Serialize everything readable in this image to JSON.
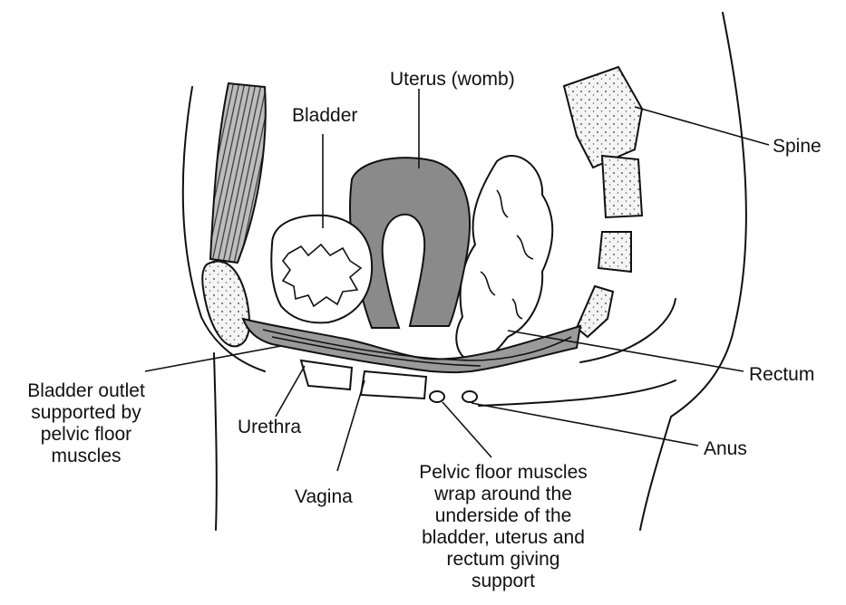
{
  "labels": {
    "uterus": "Uterus (womb)",
    "bladder": "Bladder",
    "spine": "Spine",
    "rectum": "Rectum",
    "anus": "Anus",
    "urethra": "Urethra",
    "vagina": "Vagina",
    "bladder_outlet": "Bladder outlet\nsupported by\npelvic floor\nmuscles",
    "pelvic_floor": "Pelvic floor muscles\nwrap around the\nunderside of the\nbladder, uterus and\nrectum giving\nsupport"
  },
  "colors": {
    "outline": "#111111",
    "uterus_fill": "#8a8a8a",
    "muscle_fill": "#9a9a9a",
    "bone_fill": "#f2f2f2"
  }
}
